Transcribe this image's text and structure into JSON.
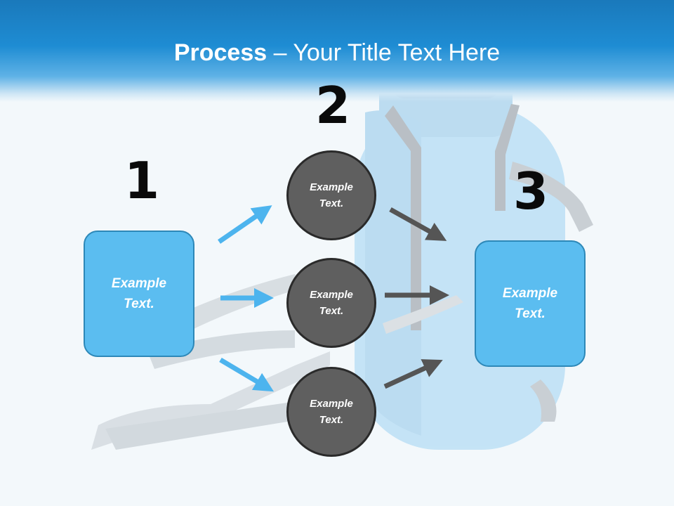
{
  "title": {
    "bold": "Process",
    "rest": " – Your Title Text Here"
  },
  "steps": [
    {
      "number": "1",
      "text": "Example\nText."
    },
    {
      "number": "2",
      "items": [
        "Example\nText.",
        "Example\nText.",
        "Example\nText."
      ]
    },
    {
      "number": "3",
      "text": "Example\nText."
    }
  ],
  "colors": {
    "header": "#1e8cd3",
    "box_fill": "#5bbdf0",
    "circle_fill": "#5f5f5f",
    "arrow_blue": "#4db4ee",
    "arrow_dark": "#555555"
  }
}
